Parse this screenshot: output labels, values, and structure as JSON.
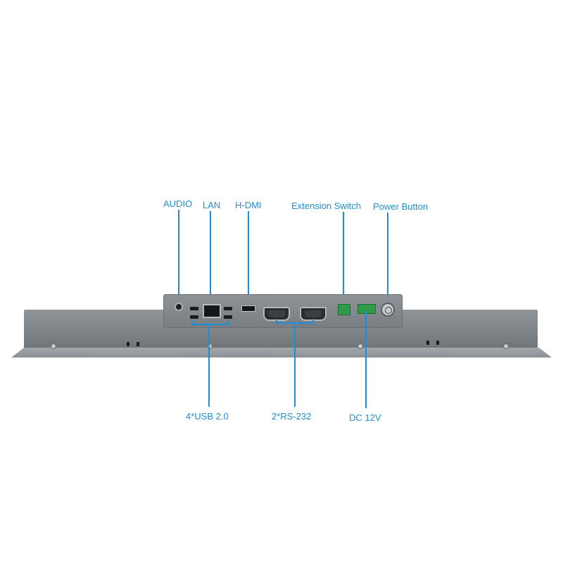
{
  "labels": {
    "audio": "AUDIO",
    "lan": "LAN",
    "hdmi": "H-DMI",
    "extension_switch": "Extension Switch",
    "power_button": "Power Button",
    "usb": "4*USB 2.0",
    "rs232": "2*RS-232",
    "dc": "DC 12V"
  },
  "colors": {
    "label_color": "#1e8fd6",
    "chassis": "#7d8286"
  }
}
